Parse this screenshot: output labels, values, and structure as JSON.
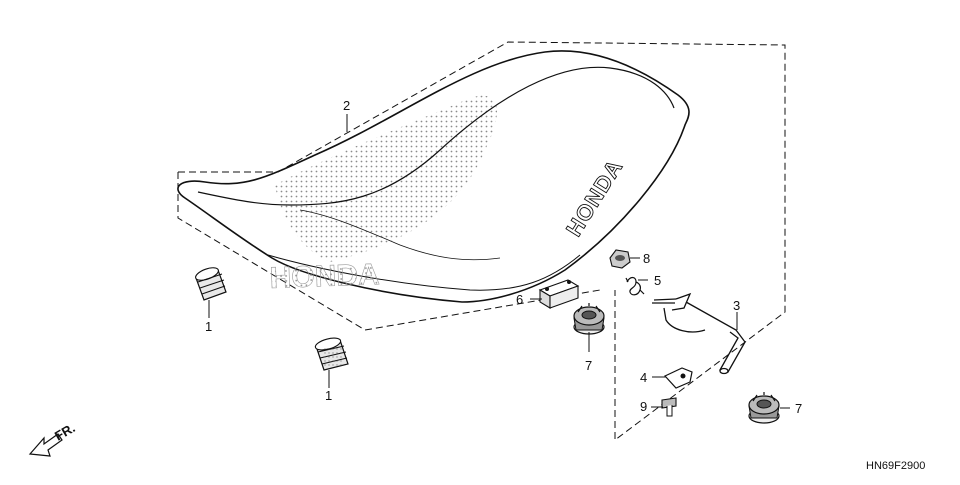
{
  "brand_text": "HONDA",
  "brand_text_faded": "HONDA",
  "direction_label": "FR.",
  "diagram_code": "HN69F2900",
  "callouts": {
    "c1a": "1",
    "c1b": "1",
    "c2": "2",
    "c3": "3",
    "c4": "4",
    "c5": "5",
    "c6": "6",
    "c7a": "7",
    "c7b": "7",
    "c8": "8",
    "c9": "9"
  },
  "colors": {
    "line": "#111111",
    "stipple": "#8c8c8c",
    "background": "#ffffff"
  }
}
